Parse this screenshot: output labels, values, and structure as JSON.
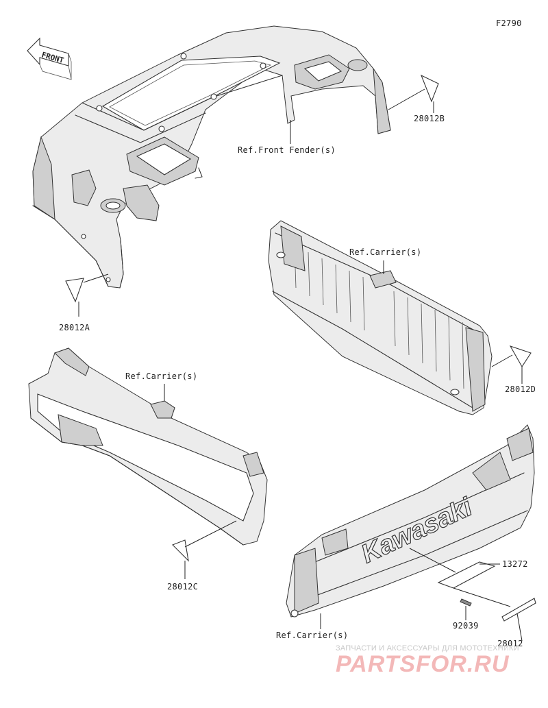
{
  "figure_code": "F2790",
  "front_arrow_text": "FRONT",
  "labels": {
    "ref_front_fender": "Ref.Front Fender(s)",
    "ref_carrier_top": "Ref.Carrier(s)",
    "ref_carrier_left": "Ref.Carrier(s)",
    "ref_carrier_bottom": "Ref.Carrier(s)",
    "part_28012A": "28012A",
    "part_28012B": "28012B",
    "part_28012C": "28012C",
    "part_28012D": "28012D",
    "part_13272": "13272",
    "part_92039": "92039",
    "part_28012": "28012"
  },
  "brand_emblem": "Kawasaki",
  "watermark": {
    "subtitle": "ЗАПЧАСТИ И АКСЕССУАРЫ ДЛЯ МОТОТЕХНИКИ",
    "logo": "PARTSFOR.RU"
  }
}
